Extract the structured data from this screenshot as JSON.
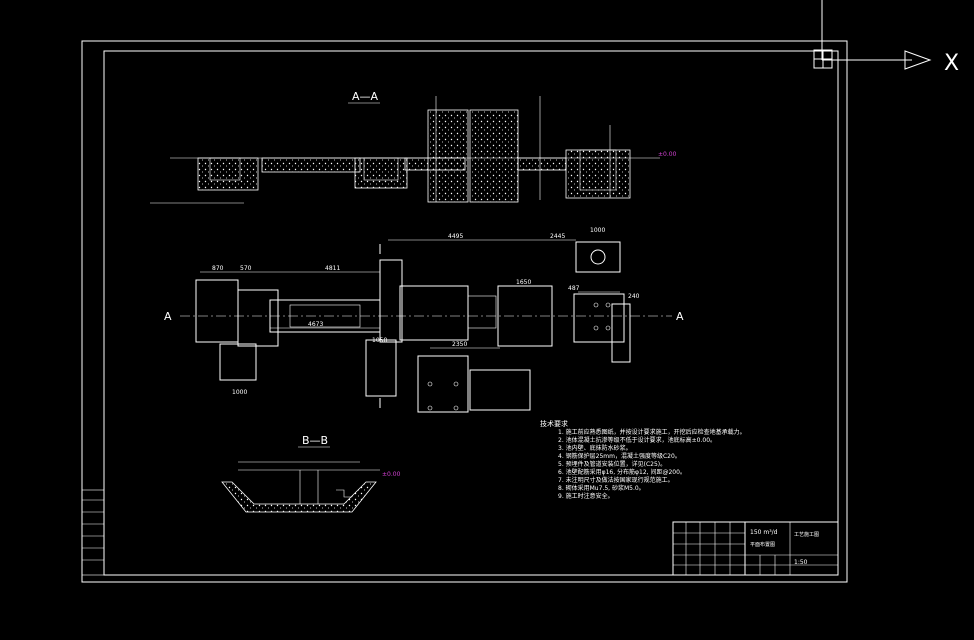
{
  "drawing": {
    "sections": {
      "aa_title": "A—A",
      "bb_title": "B—B",
      "left_marker": "A",
      "right_marker": "A"
    },
    "ucs": {
      "x_label": "X"
    },
    "plan_dims": {
      "d1": "4495",
      "d2": "2445",
      "d3": "870",
      "d4": "570",
      "d5": "4811",
      "d6": "1650",
      "d7": "4673",
      "d8": "1000",
      "d9": "2350",
      "d10": "487",
      "d11": "240",
      "d12": "1000",
      "d13": "1050"
    },
    "notes": {
      "heading": "技术要求",
      "items": [
        "1. 施工前应熟悉图纸，并按设计要求施工，开挖后应检查地基承载力。",
        "2. 池体混凝土抗渗等级不低于设计要求，池底标高±0.00。",
        "3. 池内壁、底抹防水砂浆。",
        "4. 钢筋保护层25mm，混凝土强度等级C20。",
        "5. 预埋件及管道安装位置，详见(C25)。",
        "6. 池壁配筋采用φ16, 分布筋φ12, 间距@200。",
        "7. 未注明尺寸及做法按国家现行规范施工。",
        "8. 砌体采用Mu7.5, 砂浆M5.0。",
        "9. 施工时注意安全。"
      ]
    },
    "title_block": {
      "project": "150 m³/d",
      "drawing_name": "平面布置图",
      "scale": "1:50",
      "sheet_code": "工艺施工图"
    },
    "elevation_tags": {
      "e1": "±0.00",
      "e2": "±0.00"
    }
  }
}
